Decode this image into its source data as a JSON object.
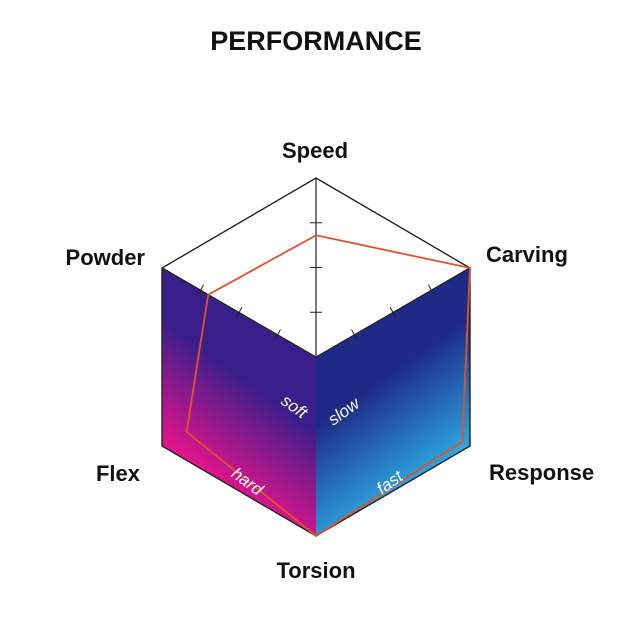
{
  "chart_data": {
    "type": "radar",
    "title": "PERFORMANCE",
    "axes": [
      "Speed",
      "Carving",
      "Response",
      "Torsion",
      "Flex",
      "Powder"
    ],
    "range": [
      0,
      1
    ],
    "ticks_per_axis": 3,
    "values": [
      0.68,
      1.0,
      0.95,
      1.0,
      0.84,
      0.7
    ],
    "zone_labels": {
      "left_inner": "soft",
      "left_outer": "hard",
      "right_inner": "slow",
      "right_outer": "fast"
    },
    "colors": {
      "frame": "#222222",
      "series": "#e0542c",
      "left_zone_inner": "#3a1f8a",
      "left_zone_outer": "#e0148c",
      "right_zone_inner": "#1e2a86",
      "right_zone_outer": "#2ea6e0"
    }
  }
}
